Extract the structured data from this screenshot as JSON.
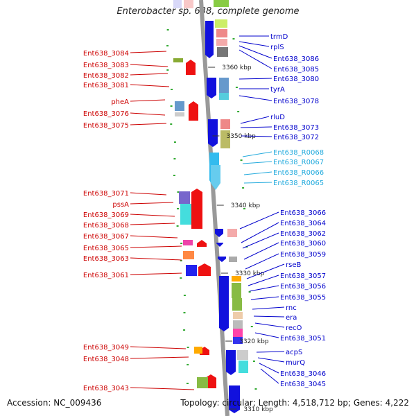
{
  "title": "Enterobacter sp. 638, complete genome",
  "accession": "Accession: NC_009436",
  "summary": "Topology: circular; Length: 4,518,712 bp; Genes: 4,222",
  "colors": {
    "left_label": "#cc0000",
    "right_label": "#0000cc",
    "rna_label": "#22aadd",
    "left_gene": "#ee1111",
    "right_gene": "#1111dd",
    "rna_gene": "#33bbee",
    "backbone": "#999999"
  },
  "ticks": [
    {
      "label": "3360 kbp"
    },
    {
      "label": "3350 kbp"
    },
    {
      "label": "3340 kbp"
    },
    {
      "label": "3330 kbp"
    },
    {
      "label": "3320 kbp"
    },
    {
      "label": "3310 kbp"
    }
  ],
  "left_labels": [
    "Ent638_3084",
    "Ent638_3083",
    "Ent638_3082",
    "Ent638_3081",
    "pheA",
    "Ent638_3076",
    "Ent638_3075",
    "Ent638_3071",
    "pssA",
    "Ent638_3069",
    "Ent638_3068",
    "Ent638_3067",
    "Ent638_3065",
    "Ent638_3063",
    "Ent638_3061",
    "Ent638_3049",
    "Ent638_3048",
    "Ent638_3043"
  ],
  "right_labels": [
    "trmD",
    "rplS",
    "Ent638_3086",
    "Ent638_3085",
    "Ent638_3080",
    "tyrA",
    "Ent638_3078",
    "rluD",
    "Ent638_3073",
    "Ent638_3072",
    "Ent638_R0068",
    "Ent638_R0067",
    "Ent638_R0066",
    "Ent638_R0065",
    "Ent638_3066",
    "Ent638_3064",
    "Ent638_3062",
    "Ent638_3060",
    "Ent638_3059",
    "rseB",
    "Ent638_3057",
    "Ent638_3056",
    "Ent638_3055",
    "rnc",
    "era",
    "recO",
    "Ent638_3051",
    "acpS",
    "murQ",
    "Ent638_3046",
    "Ent638_3045"
  ],
  "rna_right_labels": [
    "Ent638_R0068",
    "Ent638_R0067",
    "Ent638_R0066",
    "Ent638_R0065"
  ]
}
